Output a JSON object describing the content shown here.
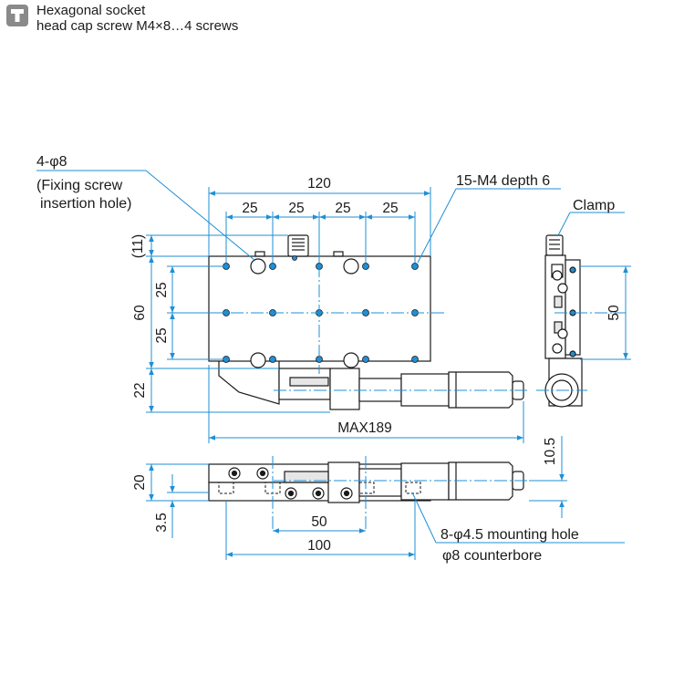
{
  "note": {
    "icon": "hex-socket-screw-icon",
    "line1": "Hexagonal socket",
    "line2": "head cap screw M4×8…4 screws"
  },
  "labels": {
    "fix_hole": "4-φ8",
    "fix_hole_desc1": "(Fixing screw",
    "fix_hole_desc2": "insertion hole)",
    "tapped": "15-M4 depth 6",
    "clamp": "Clamp",
    "mounting_hole": "8-φ4.5 mounting hole",
    "counterbore": "φ8 counterbore"
  },
  "dims": {
    "width": "120",
    "pitch1": "25",
    "pitch2": "25",
    "pitch3": "25",
    "pitch4": "25",
    "offset": "(11)",
    "height": "60",
    "half1": "25",
    "half2": "25",
    "micrometer": "22",
    "max": "MAX189",
    "side_height": "50",
    "thickness": "20",
    "base": "3.5",
    "side_offset": "10.5",
    "mount_pitch": "50",
    "mount_width": "100"
  },
  "colors": {
    "line": "#1a1a1a",
    "dimension": "#1f8fd6",
    "part_fill": "#ffffff",
    "shade": "#e6e6e6"
  }
}
